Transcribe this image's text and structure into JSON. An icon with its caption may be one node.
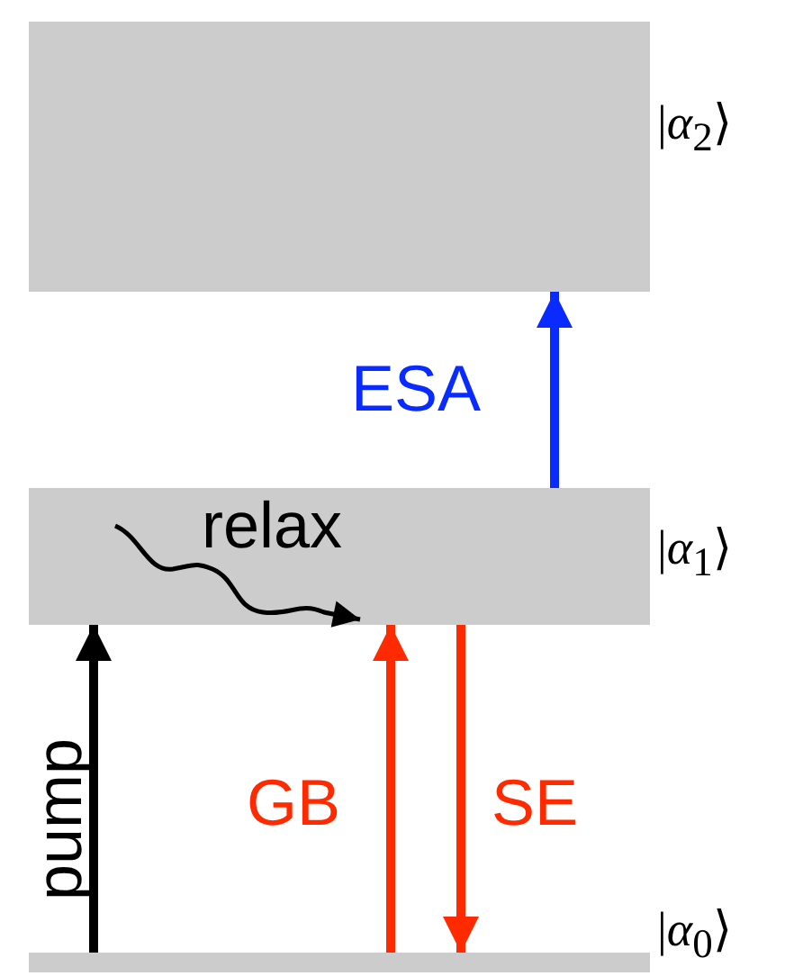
{
  "diagram": {
    "nodes": [
      {
        "text": [],
        "shape": "bar",
        "beside": [
          "|*α*$_{2}$⟩"
        ]
      },
      {
        "text": [],
        "shape": "bar",
        "beside": [
          "|*α*$_{1}$⟩"
        ]
      },
      {
        "text": [],
        "shape": "bar",
        "beside": [
          "|*α*$_{0}$⟩"
        ]
      }
    ],
    "edges": [
      {
        "from": 2,
        "to": 1,
        "arrow": "to",
        "label": "pump",
        "color": "#000000"
      },
      {
        "from": 2,
        "to": 1,
        "arrow": "to",
        "label": "GB",
        "color": "#ff2a00"
      },
      {
        "from": 1,
        "to": 2,
        "arrow": "to",
        "label": "SE",
        "color": "#ff2a00"
      },
      {
        "from": 1,
        "to": 0,
        "arrow": "to",
        "label": "ESA",
        "color": "#0a2bff"
      }
    ],
    "labels": [
      "relax"
    ]
  }
}
